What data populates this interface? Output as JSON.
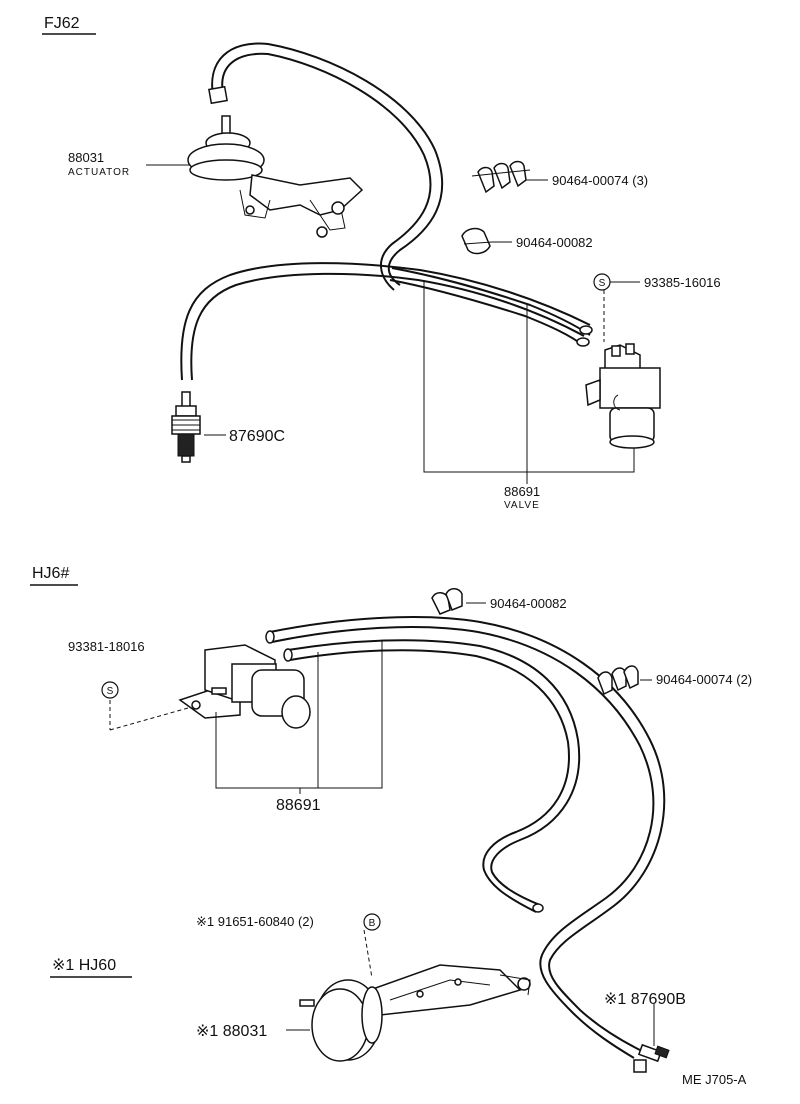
{
  "sections": {
    "fj62": "FJ62",
    "hj6x": "HJ6#",
    "hj60": "※1 HJ60"
  },
  "parts": {
    "actuator_top": {
      "number": "88031",
      "name": "ACTUATOR"
    },
    "clip_top_3": "90464-00074 (3)",
    "clip_top_single": "90464-00082",
    "s_mark_top": "93385-16016",
    "sensor_top": "87690C",
    "valve_top": {
      "number": "88691",
      "name": "VALVE"
    },
    "clip_bottom_single": "90464-00082",
    "s_mark_bottom": "93381-18016",
    "clip_bottom_2": "90464-00074 (2)",
    "valve_bottom": "88691",
    "bolt_bottom": "※1 91651-60840 (2)",
    "actuator_bottom": "※1 88031",
    "sensor_bottom": "※1 87690B"
  },
  "markers": {
    "s": "S",
    "b": "B"
  },
  "footer": "ME  J705-A"
}
